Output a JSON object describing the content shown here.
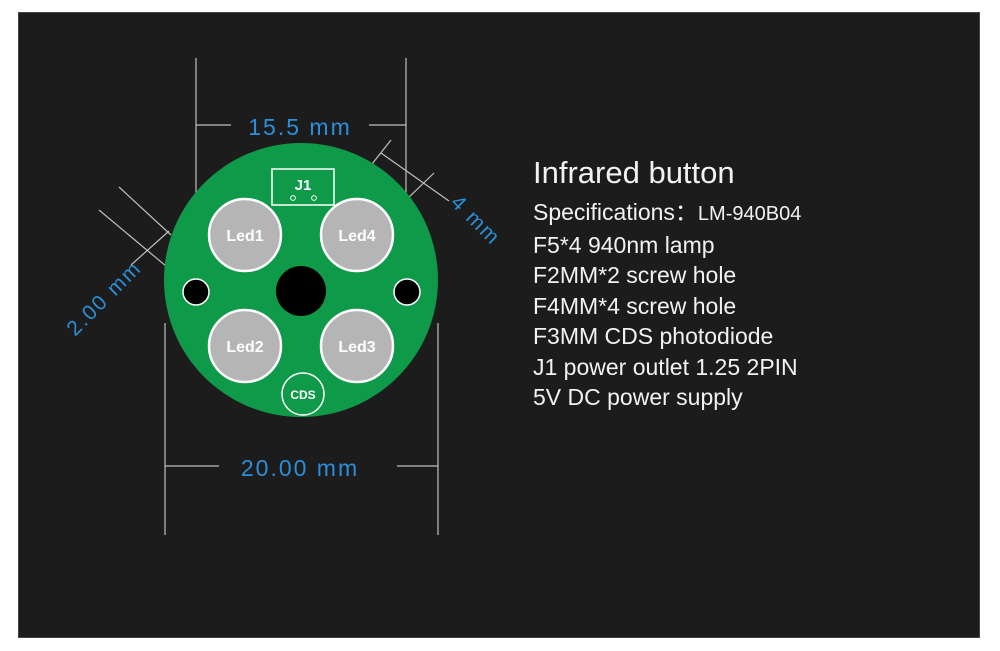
{
  "diagram": {
    "dim_top": "15.5 mm",
    "dim_bottom": "20.00 mm",
    "dim_left": "2.00 mm",
    "dim_right": "4 mm",
    "connector_label": "J1",
    "leds": [
      "Led1",
      "Led4",
      "Led2",
      "Led3"
    ],
    "sensor_label": "CDS",
    "colors": {
      "background": "#1c1c1c",
      "board": "#0f9a4a",
      "pad": "#b5b5b5",
      "dimension_text": "#2a8fd8",
      "lines": "#bfbfbf"
    }
  },
  "specs": {
    "title": "Infrared button",
    "spec_prefix": "Specifications：",
    "model": "LM-940B04",
    "lines": [
      "F5*4  940nm  lamp",
      "F2MM*2 screw hole",
      "F4MM*4 screw hole",
      "F3MM CDS photodiode",
      "J1 power outlet 1.25 2PIN",
      "5V DC power supply"
    ]
  }
}
